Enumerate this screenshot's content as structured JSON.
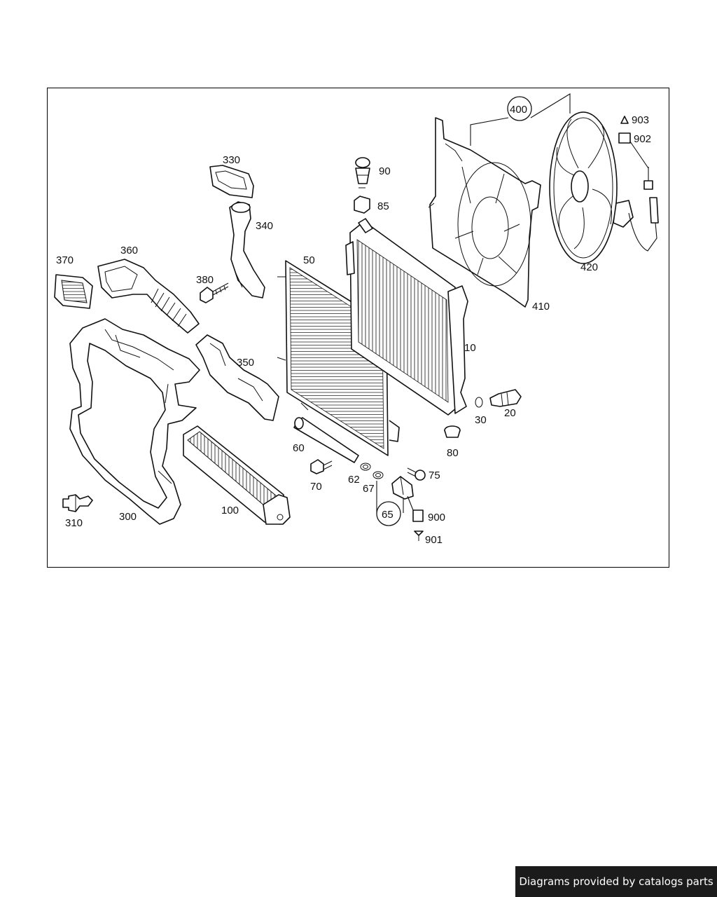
{
  "diagram": {
    "callouts": {
      "p10": "10",
      "p20": "20",
      "p30": "30",
      "p50": "50",
      "p60": "60",
      "p62": "62",
      "p65": "65",
      "p67": "67",
      "p70": "70",
      "p75": "75",
      "p80": "80",
      "p85": "85",
      "p90": "90",
      "p100": "100",
      "p300": "300",
      "p310": "310",
      "p330": "330",
      "p340": "340",
      "p350": "350",
      "p360": "360",
      "p370": "370",
      "p380": "380",
      "p400": "400",
      "p410": "410",
      "p420": "420",
      "p900": "900",
      "p901": "901",
      "p902": "902",
      "p903": "903"
    }
  },
  "footer": {
    "attribution": "Diagrams provided by catalogs parts"
  }
}
